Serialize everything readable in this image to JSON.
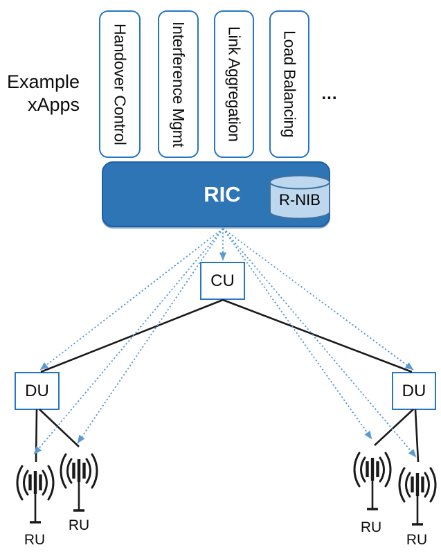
{
  "example_label": {
    "line1": "Example",
    "line2": "xApps"
  },
  "xapps": {
    "items": [
      {
        "label": "Handover Control"
      },
      {
        "label": "Interference Mgmt"
      },
      {
        "label": "Link Aggregation"
      },
      {
        "label": "Load Balancing"
      }
    ],
    "more": "..."
  },
  "ric": {
    "label": "RIC",
    "rnib_label": "R-NIB"
  },
  "nodes": {
    "cu_label": "CU",
    "du_label": "DU",
    "ru_label": "RU"
  },
  "colors": {
    "border_blue": "#2776C6",
    "ric_fill": "#2E75B6",
    "ric_border": "#1B5FAA",
    "dotted_blue": "#5B9BD5",
    "cylinder_fill": "#BDD7EE",
    "cylinder_stroke": "#41719C",
    "line_black": "#1A1A1A"
  }
}
